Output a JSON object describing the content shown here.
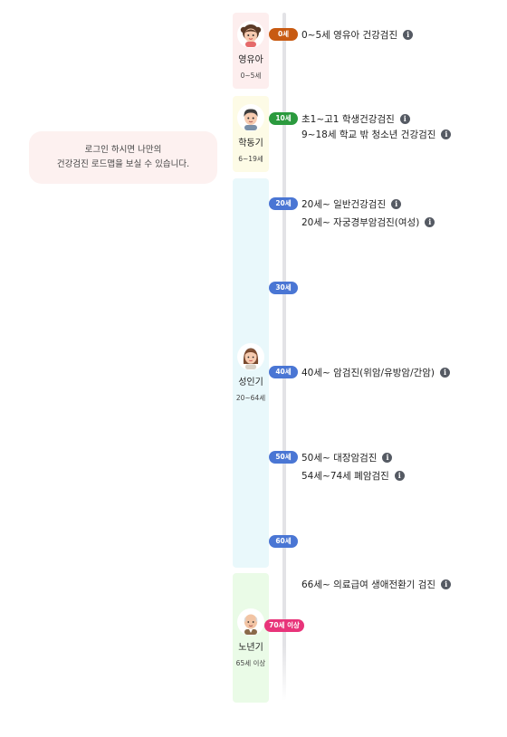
{
  "login_prompt": {
    "line1": "로그인 하시면 나만의",
    "line2": "건강검진 로드맵을 보실 수 있습니다."
  },
  "stages": [
    {
      "name": "영유아",
      "range": "0~5세",
      "color": "#fdeeee"
    },
    {
      "name": "학동기",
      "range": "6~19세",
      "color": "#fdfbe6"
    },
    {
      "name": "성인기",
      "range": "20~64세",
      "color": "#e9f8fb"
    },
    {
      "name": "노년기",
      "range": "65세 이상",
      "color": "#eafbe7"
    }
  ],
  "badges": [
    {
      "label": "0세",
      "color": "#c85a12"
    },
    {
      "label": "10세",
      "color": "#2b9a3e"
    },
    {
      "label": "20세",
      "color": "#4a76d4"
    },
    {
      "label": "30세",
      "color": "#4a76d4"
    },
    {
      "label": "40세",
      "color": "#4a76d4"
    },
    {
      "label": "50세",
      "color": "#4a76d4"
    },
    {
      "label": "60세",
      "color": "#4a76d4"
    },
    {
      "label": "70세 이상",
      "color": "#e8347a"
    }
  ],
  "checkups": [
    {
      "label": "0~5세 영유아 건강검진"
    },
    {
      "label": "초1~고1 학생건강검진"
    },
    {
      "label": "9~18세 학교 밖 청소년 건강검진"
    },
    {
      "label": "20세~ 일반건강검진"
    },
    {
      "label": "20세~ 자궁경부암검진(여성)"
    },
    {
      "label": "40세~ 암검진(위암/유방암/간암)"
    },
    {
      "label": "50세~ 대장암검진"
    },
    {
      "label": "54세~74세 폐암검진"
    },
    {
      "label": "66세~ 의료급여 생애전환기 검진"
    }
  ],
  "icons": {
    "info": "info-icon",
    "info_glyph": "i"
  }
}
